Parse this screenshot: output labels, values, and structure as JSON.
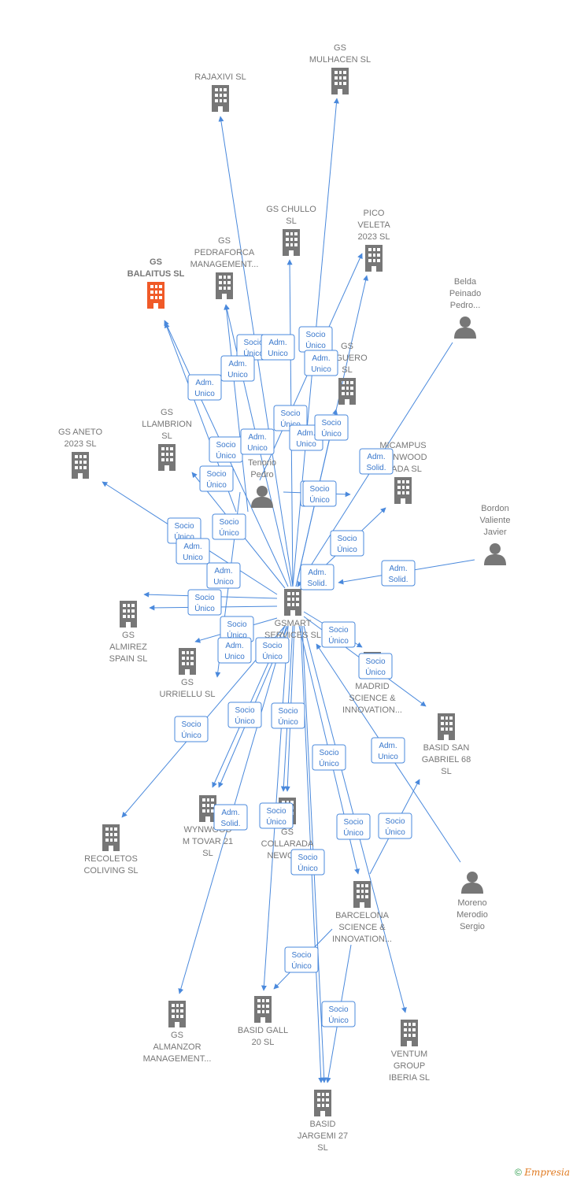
{
  "colors": {
    "edge": "#4a89dc",
    "building": "#777777",
    "highlight": "#f05a28",
    "person": "#777777"
  },
  "nodes": [
    {
      "id": "center",
      "kind": "company",
      "label": [
        "GSMART",
        "SERVICES  SL"
      ]
    },
    {
      "id": "rajaxivi",
      "kind": "company",
      "label": [
        "RAJAXIVI  SL"
      ]
    },
    {
      "id": "mulhacen",
      "kind": "company",
      "label": [
        "GS",
        "MULHACEN  SL"
      ]
    },
    {
      "id": "chullo",
      "kind": "company",
      "label": [
        "GS CHULLO",
        "SL"
      ]
    },
    {
      "id": "picoveleta",
      "kind": "company",
      "label": [
        "PICO",
        "VELETA",
        "2023  SL"
      ]
    },
    {
      "id": "pedraforca",
      "kind": "company",
      "label": [
        "GS",
        "PEDRAFORCA",
        "MANAGEMENT..."
      ]
    },
    {
      "id": "balaitus",
      "kind": "company",
      "highlight": true,
      "label": [
        "GS",
        "BALAITUS  SL"
      ]
    },
    {
      "id": "belda",
      "kind": "person",
      "label": [
        "Belda",
        "Peinado",
        "Pedro..."
      ]
    },
    {
      "id": "higuero",
      "kind": "company",
      "label": [
        "GS",
        "HIGUERO",
        "SL"
      ]
    },
    {
      "id": "llambrion",
      "kind": "company",
      "label": [
        "GS",
        "LLAMBRION",
        "SL"
      ]
    },
    {
      "id": "aneto",
      "kind": "company",
      "label": [
        "GS ANETO",
        "2023  SL"
      ]
    },
    {
      "id": "tenorio",
      "kind": "person",
      "label": [
        "...s",
        "Tenorio",
        "Pedro"
      ]
    },
    {
      "id": "micampus",
      "kind": "company",
      "label": [
        "MICAMPUS",
        "WYNWOOD",
        "...ADA  SL"
      ]
    },
    {
      "id": "bordon",
      "kind": "person",
      "label": [
        "Bordon",
        "Valiente",
        "Javier"
      ]
    },
    {
      "id": "almirez",
      "kind": "company",
      "label": [
        "GS",
        "ALMIREZ",
        "SPAIN  SL"
      ]
    },
    {
      "id": "urriellu",
      "kind": "company",
      "label": [
        "GS",
        "URRIELLU  SL"
      ]
    },
    {
      "id": "madrid",
      "kind": "company",
      "label": [
        "MADRID",
        "SCIENCE &",
        "INNOVATION..."
      ]
    },
    {
      "id": "basidsangabriel",
      "kind": "company",
      "label": [
        "BASID SAN",
        "GABRIEL 68",
        "SL"
      ]
    },
    {
      "id": "recoletos",
      "kind": "company",
      "label": [
        "RECOLETOS",
        "COLIVING  SL"
      ]
    },
    {
      "id": "wynwood",
      "kind": "company",
      "label": [
        "WYNWOOD",
        "M TOVAR 21",
        "SL"
      ]
    },
    {
      "id": "collarada",
      "kind": "company",
      "label": [
        "GS",
        "COLLARADA",
        "NEWCO..."
      ]
    },
    {
      "id": "moreno",
      "kind": "person",
      "label": [
        "Moreno",
        "Merodio",
        "Sergio"
      ]
    },
    {
      "id": "barcelona",
      "kind": "company",
      "label": [
        "BARCELONA",
        "SCIENCE &",
        "INNOVATION..."
      ]
    },
    {
      "id": "almanzor",
      "kind": "company",
      "label": [
        "GS",
        "ALMANZOR",
        "MANAGEMENT..."
      ]
    },
    {
      "id": "basidgall",
      "kind": "company",
      "label": [
        "BASID GALL",
        "20  SL"
      ]
    },
    {
      "id": "ventum",
      "kind": "company",
      "label": [
        "VENTUM",
        "GROUP",
        "IBERIA  SL"
      ]
    },
    {
      "id": "basidjargemi",
      "kind": "company",
      "label": [
        "BASID",
        "JARGEMI 27",
        "SL"
      ]
    }
  ],
  "edge_labels": [
    [
      "Socio",
      "Único"
    ],
    [
      "Adm.",
      "Unico"
    ],
    [
      "Socio",
      "Único"
    ],
    [
      "Adm.",
      "Unico"
    ],
    [
      "Adm.",
      "Unico"
    ],
    [
      "Adm.",
      "Unico"
    ],
    [
      "Socio",
      "Único"
    ],
    [
      "Adm.",
      "Unico"
    ],
    [
      "Socio",
      "Único"
    ],
    [
      "Socio",
      "Único"
    ],
    [
      "Adm.",
      "Unico"
    ],
    [
      "Socio",
      "Único"
    ],
    [
      "Adm.",
      "Solid."
    ],
    [
      "Adm.",
      "Unico"
    ],
    [
      "Socio",
      "Único"
    ],
    [
      "Socio",
      "Único"
    ],
    [
      "Socio",
      "Único"
    ],
    [
      "Adm.",
      "Unico"
    ],
    [
      "Socio",
      "Único"
    ],
    [
      "Adm.",
      "Unico"
    ],
    [
      "Socio",
      "Único"
    ],
    [
      "Adm.",
      "Solid."
    ],
    [
      "Adm.",
      "Solid."
    ],
    [
      "Socio",
      "Único"
    ],
    [
      "Socio",
      "Único"
    ],
    [
      "Adm.",
      "Unico"
    ],
    [
      "Socio",
      "Único"
    ],
    [
      "Socio",
      "Único"
    ],
    [
      "Adm.",
      "Unico"
    ],
    [
      "Socio",
      "Único"
    ],
    [
      "Socio",
      "Único"
    ],
    [
      "Socio",
      "Único"
    ],
    [
      "Socio",
      "Único"
    ],
    [
      "Adm.",
      "Solid."
    ],
    [
      "Socio",
      "Único"
    ],
    [
      "Socio",
      "Único"
    ],
    [
      "Socio",
      "Único"
    ],
    [
      "Socio",
      "Único"
    ],
    [
      "Socio",
      "Único"
    ],
    [
      "Socio",
      "Único"
    ],
    [
      "Socio",
      "Único"
    ],
    [
      "Socio",
      "Único"
    ]
  ],
  "footer": {
    "copyright": "©",
    "brand": "Empresia"
  }
}
